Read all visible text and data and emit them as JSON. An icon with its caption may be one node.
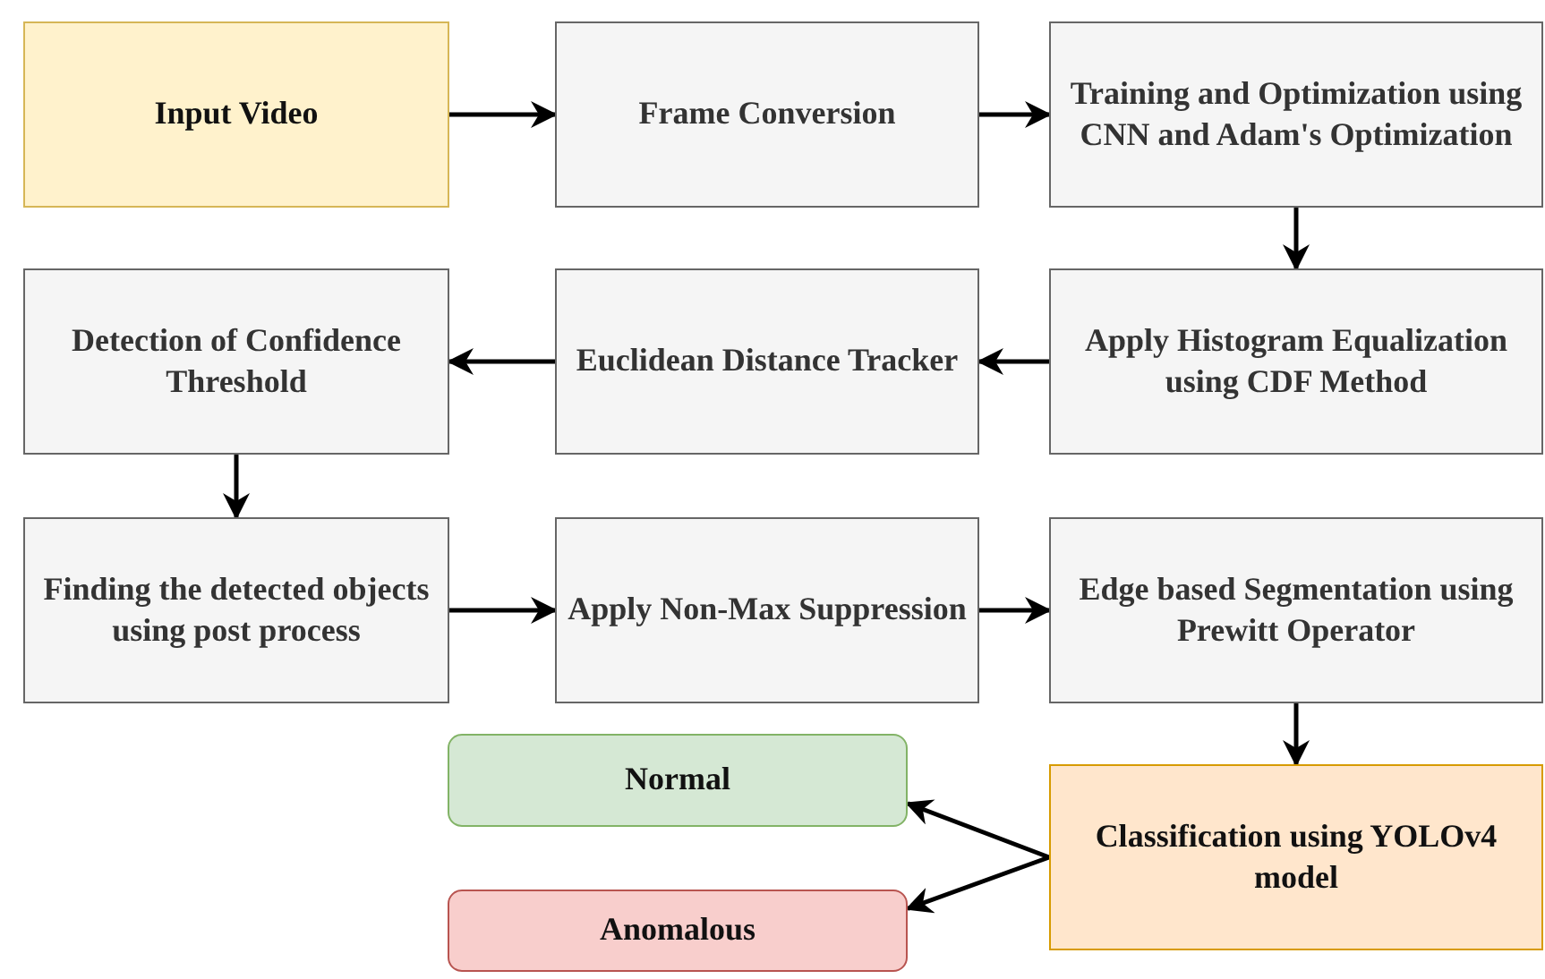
{
  "diagram": {
    "nodes": [
      {
        "text": [
          "Input Video"
        ]
      },
      {
        "text": [
          "Frame Conversion"
        ]
      },
      {
        "text": [
          "Training and Optimization using CNN and Adam's Optimization"
        ]
      },
      {
        "text": [
          "Apply Histogram Equalization using CDF Method"
        ]
      },
      {
        "text": [
          "Euclidean Distance Tracker"
        ]
      },
      {
        "text": [
          "Detection of Confidence Threshold"
        ]
      },
      {
        "text": [
          "Finding the detected objects using post process"
        ]
      },
      {
        "text": [
          "Apply Non-Max Suppression"
        ]
      },
      {
        "text": [
          "Edge based Segmentation using Prewitt Operator"
        ]
      },
      {
        "text": [
          "Classification using YOLOv4 model"
        ]
      },
      {
        "text": [
          "Normal"
        ]
      },
      {
        "text": [
          "Anomalous"
        ]
      }
    ],
    "edges": [
      {
        "from": 0,
        "to": 1,
        "arrow": "to"
      },
      {
        "from": 1,
        "to": 2,
        "arrow": "to"
      },
      {
        "from": 2,
        "to": 3,
        "arrow": "to"
      },
      {
        "from": 3,
        "to": 4,
        "arrow": "to"
      },
      {
        "from": 4,
        "to": 5,
        "arrow": "to"
      },
      {
        "from": 5,
        "to": 6,
        "arrow": "to"
      },
      {
        "from": 6,
        "to": 7,
        "arrow": "to"
      },
      {
        "from": 7,
        "to": 8,
        "arrow": "to"
      },
      {
        "from": 8,
        "to": 9,
        "arrow": "to"
      },
      {
        "from": 9,
        "to": 10,
        "arrow": "to"
      },
      {
        "from": 9,
        "to": 11,
        "arrow": "to"
      }
    ]
  }
}
